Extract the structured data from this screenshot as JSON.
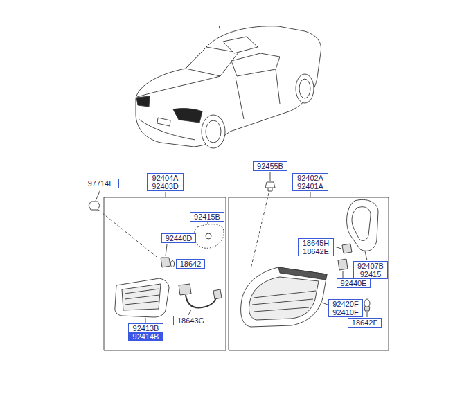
{
  "diagram": {
    "nodes": [
      {
        "text": [
          "97714L"
        ]
      },
      {
        "text": [
          "92404A",
          "92403D"
        ]
      },
      {
        "text": [
          "92415B"
        ]
      },
      {
        "text": [
          "92440D"
        ]
      },
      {
        "text": [
          "18642"
        ]
      },
      {
        "text": [
          "92413B",
          "92414B"
        ]
      },
      {
        "text": [
          "18643G"
        ]
      },
      {
        "text": [
          "92455B"
        ]
      },
      {
        "text": [
          "92402A",
          "92401A"
        ]
      },
      {
        "text": [
          "18645H",
          "18642E"
        ]
      },
      {
        "text": [
          "92407B",
          "92415"
        ]
      },
      {
        "text": [
          "92440E"
        ]
      },
      {
        "text": [
          "92420F",
          "92410F"
        ]
      },
      {
        "text": [
          "18642F"
        ]
      }
    ]
  }
}
